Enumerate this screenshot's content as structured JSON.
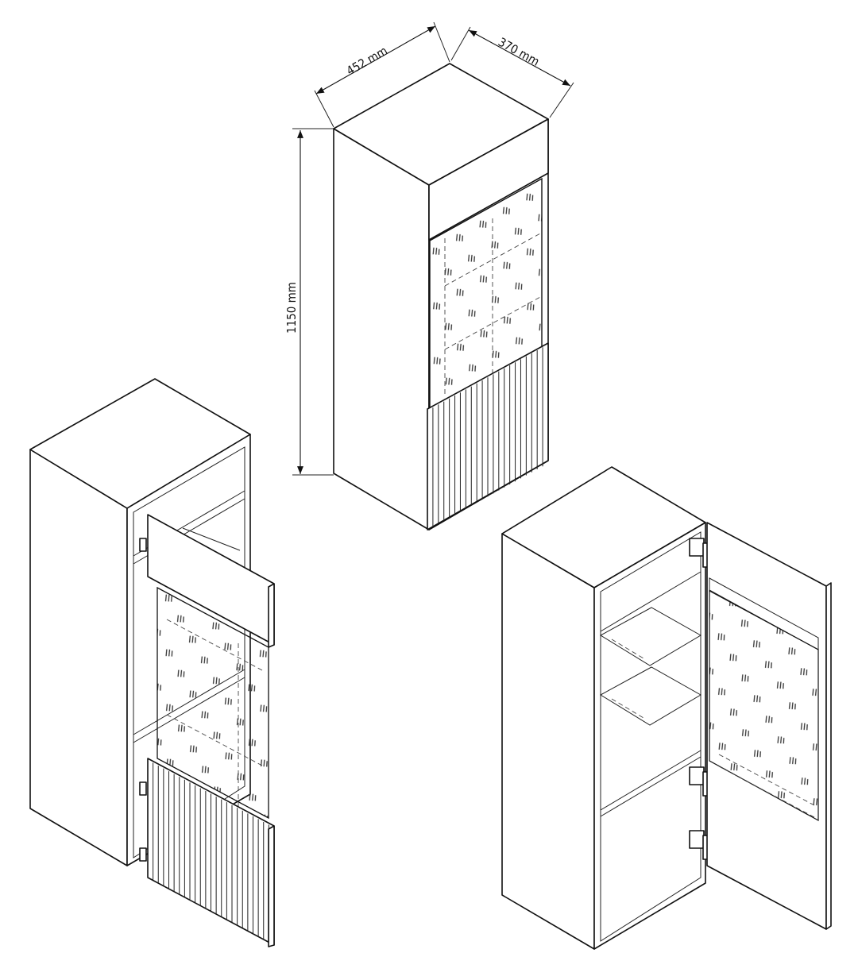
{
  "dimensions": {
    "width_label": "452 mm",
    "depth_label": "370 mm",
    "height_label": "1150 mm"
  },
  "colors": {
    "line": "#111111",
    "background": "#ffffff"
  }
}
